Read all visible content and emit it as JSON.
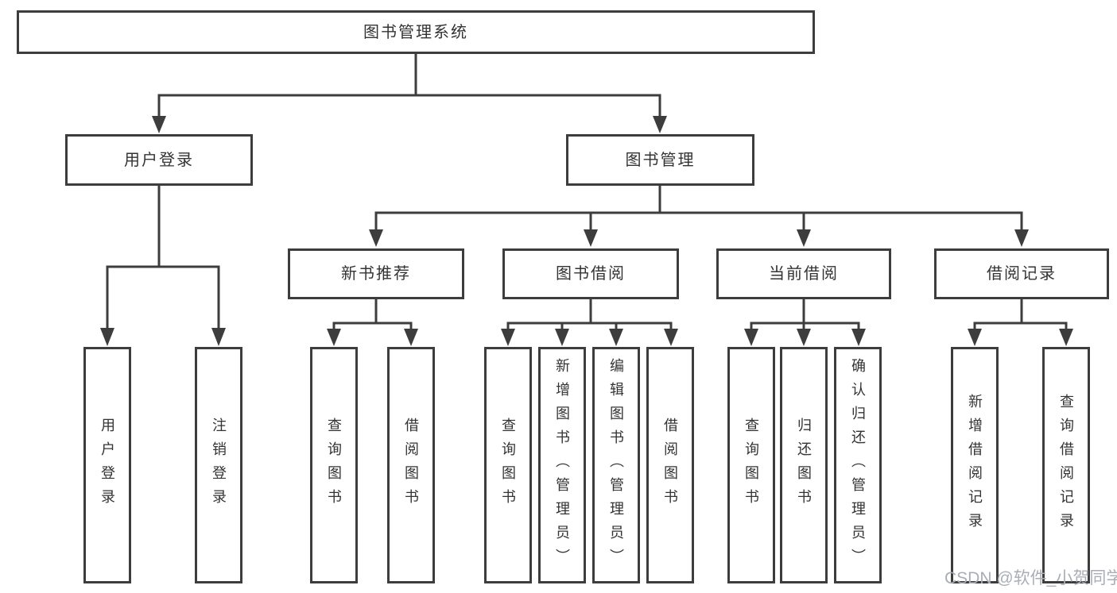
{
  "diagram": {
    "root": "图书管理系统",
    "branches": [
      {
        "label": "用户登录",
        "children": [
          "用户登录",
          "注销登录"
        ]
      },
      {
        "label": "图书管理",
        "groups": [
          {
            "label": "新书推荐",
            "children": [
              "查询图书",
              "借阅图书"
            ]
          },
          {
            "label": "图书借阅",
            "children": [
              "查询图书",
              "新增图书（管理员）",
              "编辑图书（管理员）",
              "借阅图书"
            ]
          },
          {
            "label": "当前借阅",
            "children": [
              "查询图书",
              "归还图书",
              "确认归还（管理员）"
            ]
          },
          {
            "label": "借阅记录",
            "children": [
              "新增借阅记录",
              "查询借阅记录"
            ]
          }
        ]
      }
    ]
  },
  "watermark": "CSDN @软件_小贺同学",
  "colors": {
    "line": "#3d3d3d",
    "text": "#333333",
    "watermark": "#a9aeb6",
    "background": "#ffffff"
  }
}
